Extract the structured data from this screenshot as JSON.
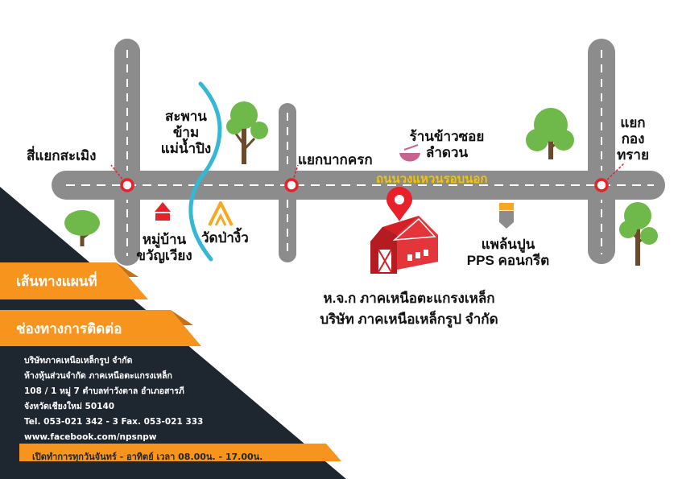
{
  "map": {
    "road_label": "ถนนวงแหวนรอบนอก",
    "labels": {
      "sakoeng_junction": "สี่แยกสะเมิง",
      "bridge": [
        "สะพาน",
        "ข้าม",
        "แม่น้ำปิง"
      ],
      "bak_krok_junction": "แยกบากครก",
      "rice_shop": [
        "ร้านข้าวซอย",
        "ลำดวน"
      ],
      "kong_sai_junction": [
        "แยก",
        "กอง",
        "ทราย"
      ],
      "village": [
        "หมู่บ้าน",
        "ขวัญเวียง"
      ],
      "temple": "วัดป่างิ้ว",
      "pps": [
        "แพล้นปูน",
        "PPS คอนกรีต"
      ],
      "company": [
        "ห.จ.ก ภาคเหนือตะแกรงเหล็ก",
        "บริษัท ภาคเหนือเหล็กรูป จำกัด"
      ]
    },
    "colors": {
      "road": "#8c8c8c",
      "river": "#35b8d6",
      "junction_marker": "#e8202a",
      "tree_green": "#6fb84a",
      "trunk": "#6b4a2a",
      "barn_red": "#d32027",
      "panel_dark": "#1e2630",
      "accent_orange": "#f7941d"
    }
  },
  "sidebar": {
    "route_title": "เส้นทางแผนที่",
    "contact_title": "ช่องทางการติดต่อ",
    "contact_lines": [
      "บริษัทภาคเหนือเหล็กรูป จำกัด",
      "ห้างหุ้นส่วนจำกัด ภาคเหนือตะแกรงเหล็ก",
      "108 / 1 หมู่ 7 ตำบลท่าวังตาล อำเภอสารภี",
      "จังหวัดเชียงใหม่ 50140",
      "Tel. 053-021 342 - 3 Fax. 053-021 333",
      "www.facebook.com/npsnpw"
    ],
    "hours": "เปิดทำการทุกวันจันทร์ - อาทิตย์ เวลา 08.00น. - 17.00น."
  }
}
